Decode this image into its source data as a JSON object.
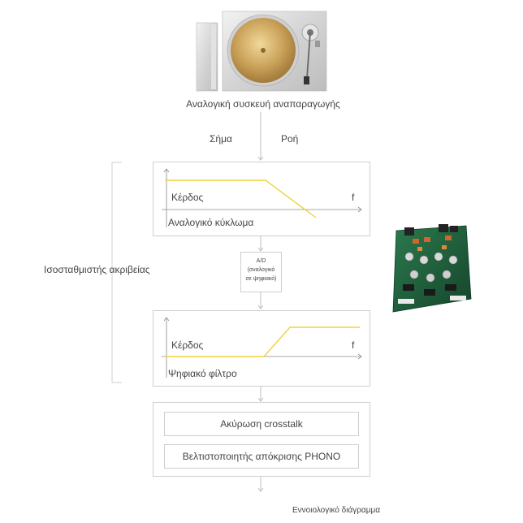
{
  "turntable": {
    "caption": "Αναλογική συσκευή αναπαραγωγής"
  },
  "flow": {
    "signal_label": "Σήμα",
    "flow_label": "Ροή"
  },
  "analog_block": {
    "gain_label": "Κέρδος",
    "freq_label": "f",
    "title": "Αναλογικό κύκλωμα"
  },
  "ad_converter": {
    "line1": "A/D",
    "line2": "(αναλογικό",
    "line3": "σε ψηφιακό)"
  },
  "equalizer": {
    "label": "Ισοσταθμιστής ακριβείας"
  },
  "digital_block": {
    "gain_label": "Κέρδος",
    "freq_label": "f",
    "title": "Ψηφιακό φίλτρο"
  },
  "processing_block": {
    "items": [
      {
        "label": "Ακύρωση crosstalk"
      },
      {
        "label": "Βελτιστοποιητής απόκρισης PHONO"
      }
    ]
  },
  "footer": {
    "caption": "Εννοιολογικό διάγραμμα"
  },
  "colors": {
    "curve": "#f2d23a",
    "border": "#cfcfcf",
    "text": "#444444",
    "axis": "#8a8a8a",
    "pcb": "#1f5b3a"
  }
}
